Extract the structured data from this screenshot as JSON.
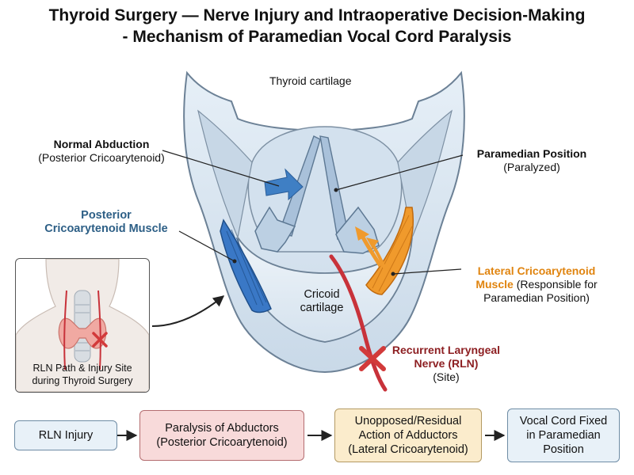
{
  "title": {
    "line1": "Thyroid Surgery — Nerve Injury and Intraoperative Decision-Making",
    "line2": "- Mechanism of Paramedian Vocal Cord Paralysis"
  },
  "labels": {
    "thyroid_cartilage": "Thyroid cartilage",
    "normal_abduction": "Normal Abduction",
    "normal_abduction_sub": "(Posterior Cricoarytenoid)",
    "paramedian_position": "Paramedian Position",
    "paramedian_position_sub": "(Paralyzed)",
    "pca_muscle_line1": "Posterior",
    "pca_muscle_line2": "Cricoarytenoid Muscle",
    "lca_muscle_line1": "Lateral Cricoarytenoid",
    "lca_muscle_line2_bold": "Muscle",
    "lca_muscle_line2_rest": " (Responsible for",
    "lca_muscle_line3": "Paramedian Position)",
    "cricoid_line1": "Cricoid",
    "cricoid_line2": "cartilage",
    "rln_line1": "Recurrent Laryngeal",
    "rln_line2": "Nerve (RLN)",
    "rln_site": "(Site)"
  },
  "inset": {
    "caption_line1": "RLN Path & Injury Site",
    "caption_line2": "during Thyroid Surgery"
  },
  "flow": [
    {
      "line1": "RLN Injury",
      "line2": "",
      "line3": "",
      "bg": "#e8f1f8",
      "border": "#6e8ca5"
    },
    {
      "line1": "Paralysis of Abductors",
      "line2": "(Posterior Cricoarytenoid)",
      "line3": "",
      "bg": "#f8dada",
      "border": "#b46d70"
    },
    {
      "line1": "Unopposed/Residual",
      "line2": "Action of Adductors",
      "line3": "(Lateral Cricoarytenoid)",
      "bg": "#fbeccc",
      "border": "#b49a63"
    },
    {
      "line1": "Vocal Cord Fixed",
      "line2": "in Paramedian",
      "line3": "Position",
      "bg": "#e8f1f8",
      "border": "#6e8ca5"
    }
  ],
  "colors": {
    "cartilage": "#dce8f3",
    "cartilage_stroke": "#6c8196",
    "pca_blue": "#3a78c6",
    "lca_orange": "#f09a2c",
    "nerve_red": "#c8323a",
    "arrow_blue": "#3f7fc4"
  }
}
